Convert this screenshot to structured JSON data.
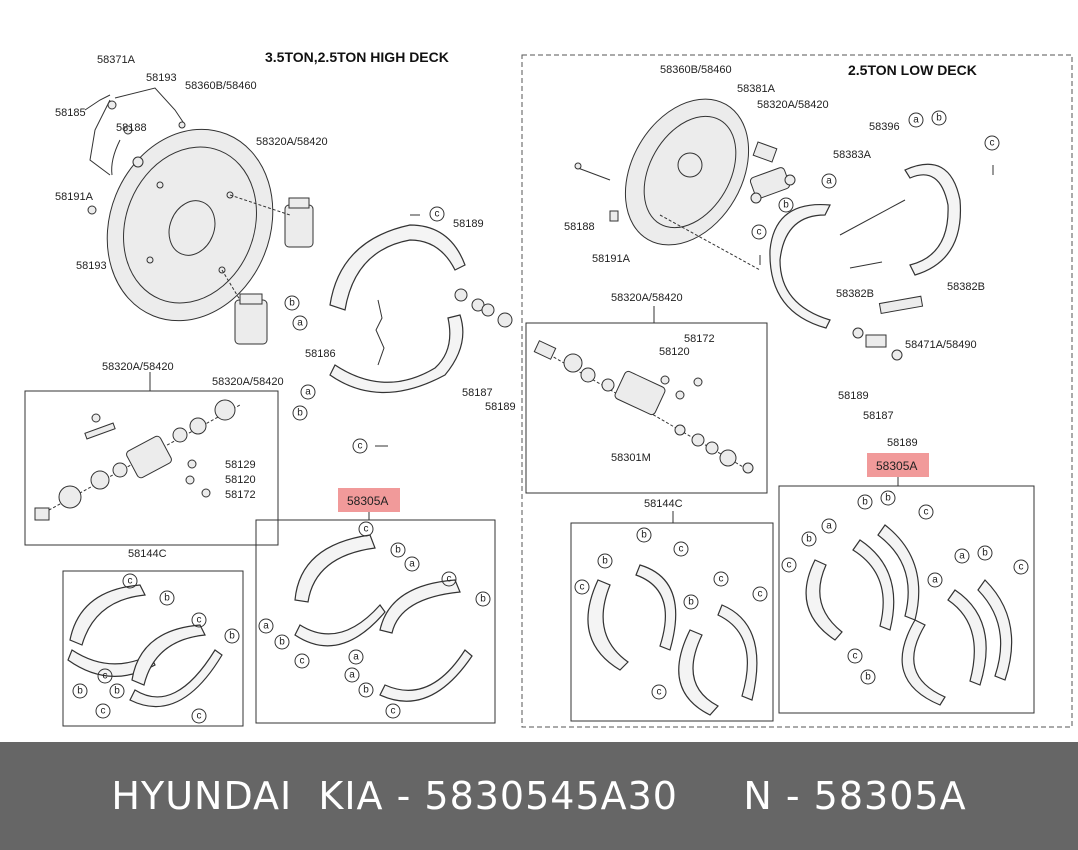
{
  "header_left": "3.5TON,2.5TON  HIGH  DECK",
  "header_right": "2.5TON  LOW  DECK",
  "labels": {
    "p58371A": "58371A",
    "p58193a": "58193",
    "p58360B_58460a": "58360B/58460",
    "p58185": "58185",
    "p58188a": "58188",
    "p58320A_58420a": "58320A/58420",
    "p58191Aa": "58191A",
    "p58193b": "58193",
    "p58189a": "58189",
    "p58186": "58186",
    "p58187a": "58187",
    "p58189b": "58189",
    "p58320A_58420b": "58320A/58420",
    "p58320A_58420c": "58320A/58420",
    "p58129": "58129",
    "p58120a": "58120",
    "p58172a": "58172",
    "p58144Ca": "58144C",
    "p58305Aa": "58305A",
    "p58360B_58460b": "58360B/58460",
    "p58381A": "58381A",
    "p58320A_58420d": "58320A/58420",
    "p58396": "58396",
    "p58383A": "58383A",
    "p58188b": "58188",
    "p58191Ab": "58191A",
    "p58382Ba": "58382B",
    "p58382Bb": "58382B",
    "p58320A_58420e": "58320A/58420",
    "p58172b": "58172",
    "p58120b": "58120",
    "p58471A_58490": "58471A/58490",
    "p58189c": "58189",
    "p58187b": "58187",
    "p58189d": "58189",
    "p58301M": "58301M",
    "p58144Cb": "58144C",
    "p58305Ab": "58305A"
  },
  "letters": {
    "a": "a",
    "b": "b",
    "c": "c"
  },
  "highlight_color": "#f19a9a",
  "footer": {
    "brand": "HYUNDAI  KIA - 5830545A30",
    "number": "N - 58305A"
  }
}
